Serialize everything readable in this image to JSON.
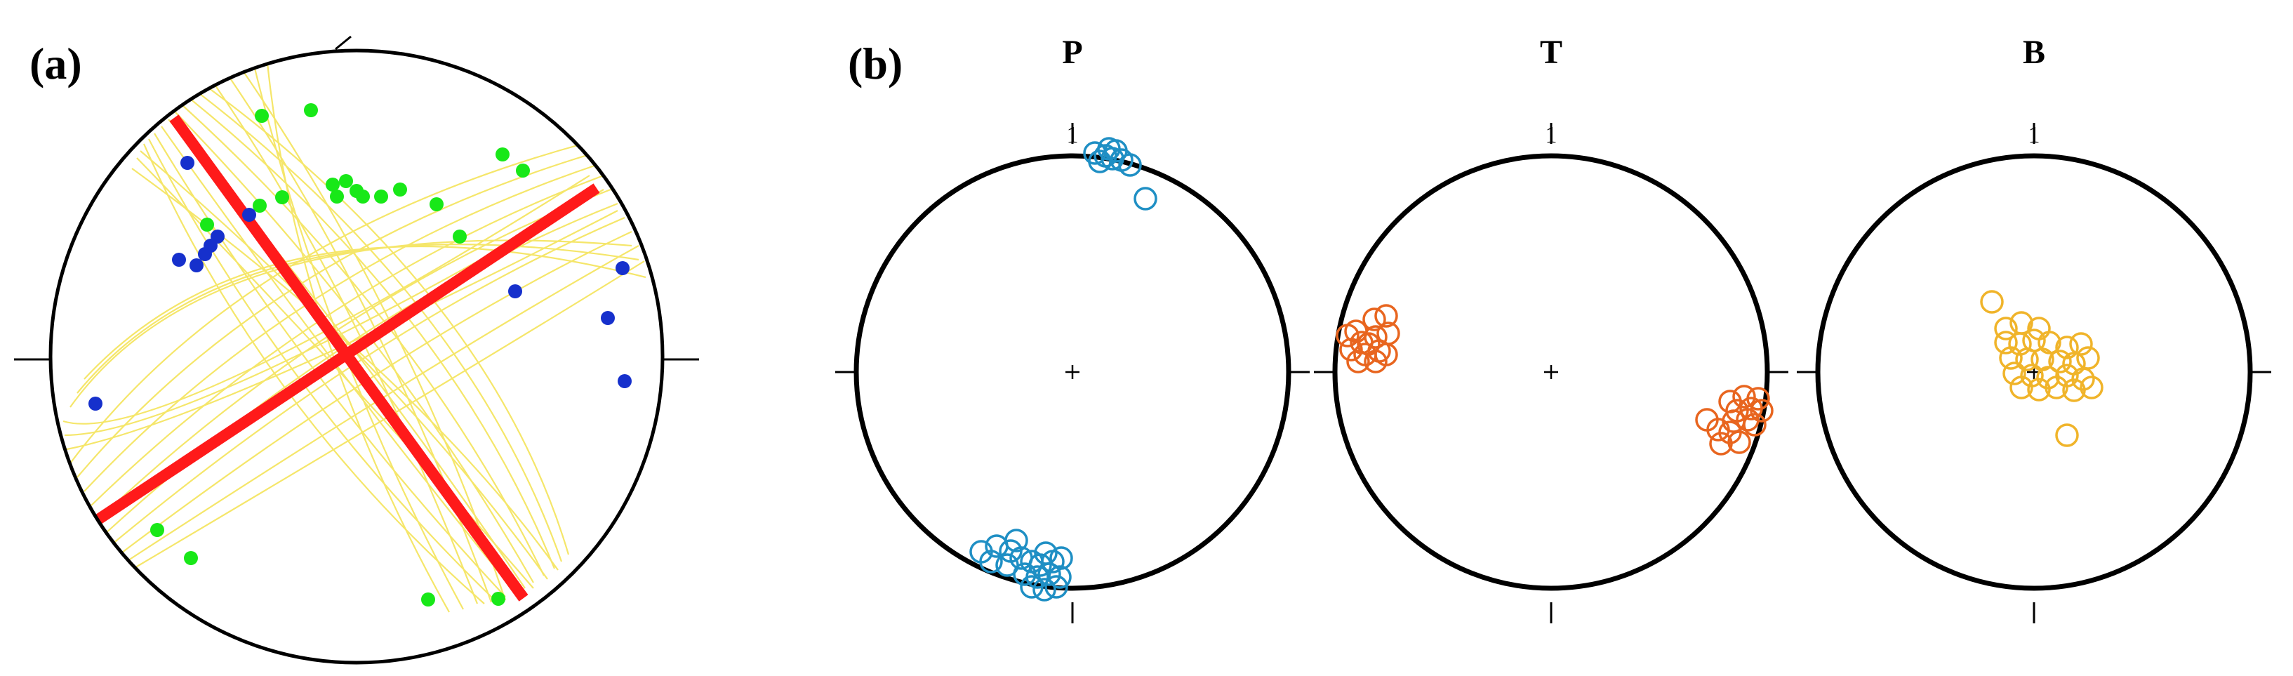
{
  "panel_a": {
    "label": "(a)"
  },
  "panel_b": {
    "label": "(b)",
    "nets": [
      {
        "title": "P",
        "north_mark": "1",
        "color": "#1f8fc4"
      },
      {
        "title": "T",
        "north_mark": "1",
        "color": "#e8651f"
      },
      {
        "title": "B",
        "north_mark": "1",
        "color": "#f0b42a"
      }
    ]
  },
  "colors": {
    "fault_planes": "#f5e66a",
    "principal_planes": "#ff1a1a",
    "green_points": "#18e818",
    "blue_points": "#1630cc",
    "outline": "#000000"
  }
}
